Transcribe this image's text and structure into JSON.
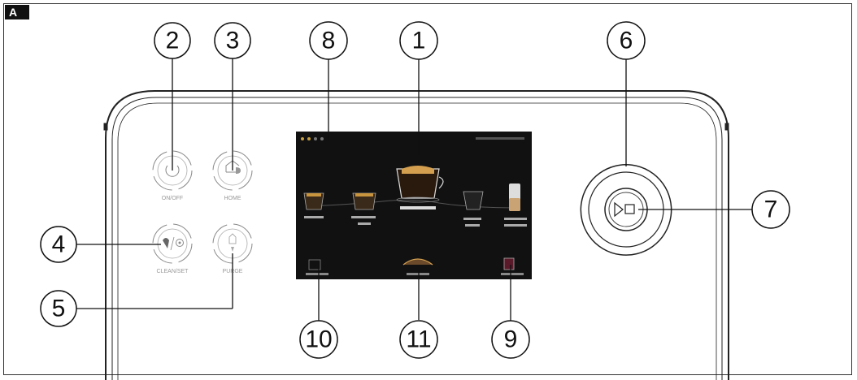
{
  "figure_label": "A",
  "callouts": [
    "1",
    "2",
    "3",
    "4",
    "5",
    "6",
    "7",
    "8",
    "9",
    "10",
    "11"
  ],
  "buttons": {
    "onoff": "ON/OFF",
    "home": "HOME",
    "cleanset": "CLEAN/SET",
    "purge": "PURGE"
  }
}
